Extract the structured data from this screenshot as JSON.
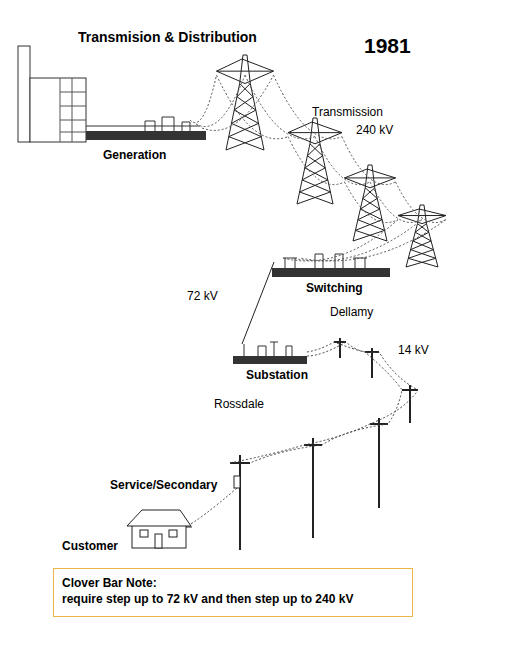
{
  "diagram": {
    "title": "Transmision & Distribution",
    "nodes": [
      {
        "text": [
          "Clover Bar Note:",
          "require step up to 72 kV and then step up to 240 kV"
        ]
      }
    ],
    "labels": [
      "1981",
      "Generation",
      "Transmission",
      "240 kV",
      "72 kV",
      "Switching",
      "Dellamy",
      "14 kV",
      "Substation",
      "Rossdale",
      "Service/Secondary",
      "Customer"
    ]
  }
}
